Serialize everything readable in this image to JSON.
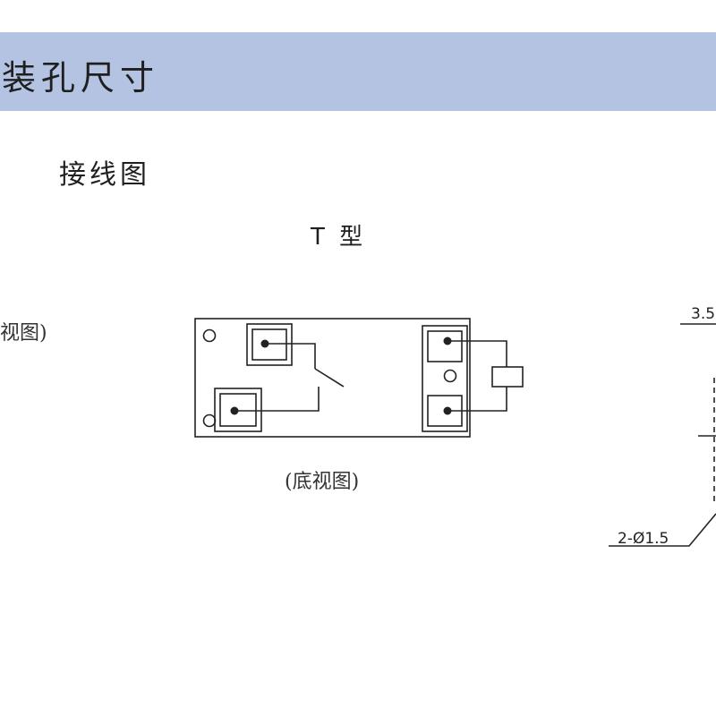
{
  "header": {
    "title": "装孔尺寸"
  },
  "section": {
    "title": "接线图"
  },
  "diagram": {
    "type_label": "T 型",
    "caption": "(底视图)",
    "left_partial_caption": "视图)"
  },
  "dimensions": {
    "label_top": "3.5",
    "label_holes": "2-Ø1.5"
  },
  "colors": {
    "banner": "#b3c3e1",
    "stroke": "#222222"
  }
}
